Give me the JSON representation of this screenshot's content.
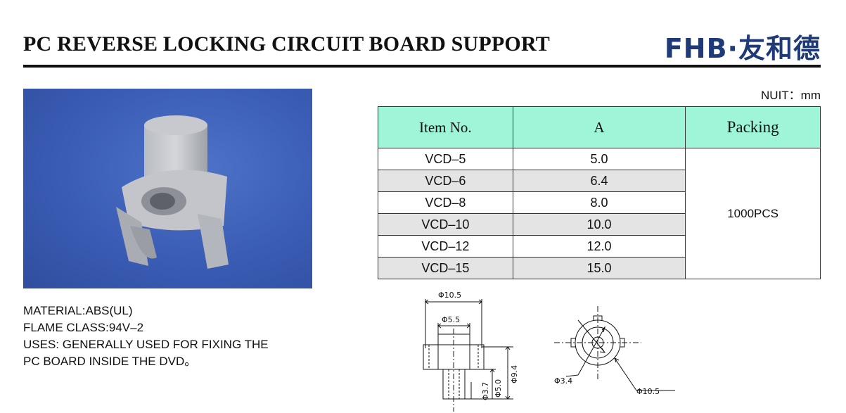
{
  "header": {
    "title": "PC REVERSE LOCKING CIRCUIT BOARD SUPPORT",
    "brand": "FHB·友和德"
  },
  "photo": {
    "alt": ""
  },
  "specs": {
    "material": "MATERIAL:ABS(UL)",
    "flame": "FLAME CLASS:94V–2",
    "uses_line1": "USES: GENERALLY USED FOR FIXING THE",
    "uses_line2": "PC BOARD INSIDE THE DVD。"
  },
  "unit": "NUIT：mm",
  "table": {
    "headers": {
      "item": "Item No.",
      "a": "A",
      "packing": "Packing"
    },
    "rows": [
      {
        "item": "VCD–5",
        "a": "5.0"
      },
      {
        "item": "VCD–6",
        "a": "6.4"
      },
      {
        "item": "VCD–8",
        "a": "8.0"
      },
      {
        "item": "VCD–10",
        "a": "10.0"
      },
      {
        "item": "VCD–12",
        "a": "12.0"
      },
      {
        "item": "VCD–15",
        "a": "15.0"
      }
    ],
    "packing": "1000PCS"
  },
  "drawing": {
    "side": {
      "top_width": "Φ10.5",
      "inner_width": "Φ5.5",
      "h1": "Φ3.7",
      "h2": "Φ5.0",
      "h3": "Φ9.4"
    },
    "top": {
      "hole": "Φ3.4",
      "outer": "Φ10.5"
    }
  },
  "colors": {
    "header_fill": "#9ff5d8",
    "row_alt": "#e4e4e4",
    "brand": "#1f3a78"
  }
}
